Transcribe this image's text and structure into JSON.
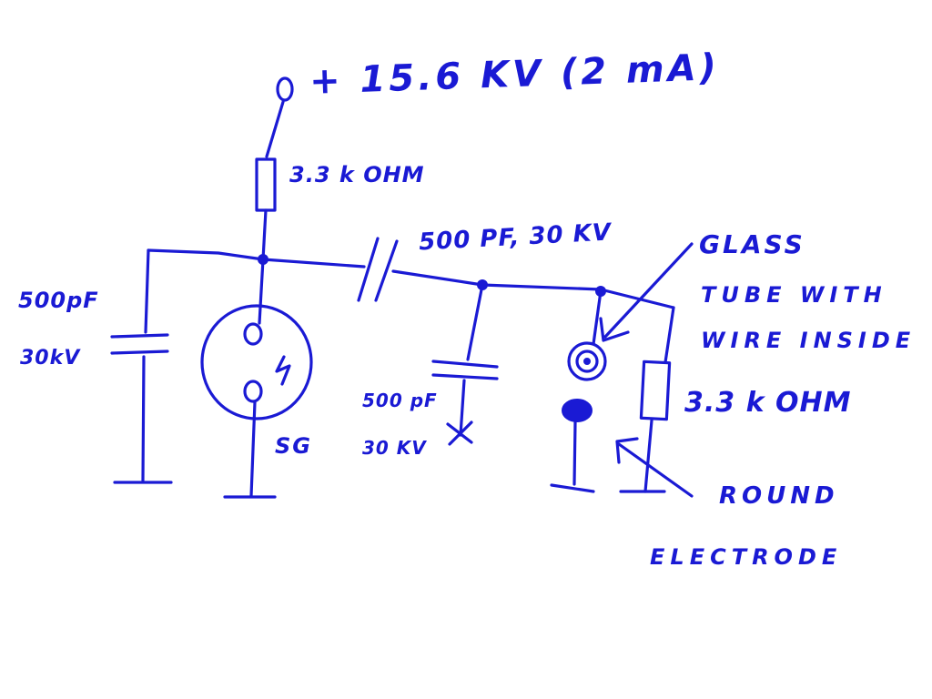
{
  "supply": {
    "label": "+ 15.6 KV (2 mA)"
  },
  "r1": {
    "label": "3.3 k OHM"
  },
  "c_left": {
    "value": "500pF",
    "voltage": "30kV"
  },
  "c_series": {
    "label": "500 PF, 30 KV"
  },
  "c_mid": {
    "value": "500 pF",
    "voltage": "30 KV"
  },
  "spark_gap": {
    "label": "SG"
  },
  "glass_tube": {
    "line1": "GLASS",
    "line2": "TUBE WITH",
    "line3": "WIRE INSIDE"
  },
  "r2": {
    "label": "3.3 k OHM"
  },
  "electrode": {
    "line1": "ROUND",
    "line2": "ELECTRODE"
  },
  "colors": {
    "ink": "#1a1ad4",
    "paper": "#ffffff"
  }
}
